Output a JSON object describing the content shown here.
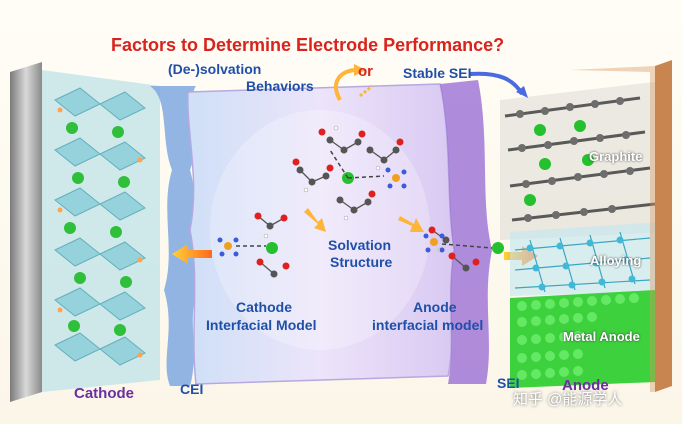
{
  "title": "Factors to Determine Electrode Performance?",
  "labels": {
    "desolvation_1": "(De-)solvation",
    "desolvation_2": "Behaviors",
    "or": "or",
    "stable_sei": "Stable SEI",
    "solvation_1": "Solvation",
    "solvation_2": "Structure",
    "cathode_model_1": "Cathode",
    "cathode_model_2": "Interfacial Model",
    "anode_model_1": "Anode",
    "anode_model_2": "interfacial model",
    "graphite": "Graphite",
    "alloying": "Alloying",
    "metal_anode": "Metal Anode",
    "cathode": "Cathode",
    "cei": "CEI",
    "sei": "SEI",
    "anode": "Anode"
  },
  "watermark": "知乎 @能源学人",
  "colors": {
    "title_red": "#d8231e",
    "label_blue": "#1f4fa8",
    "label_purple": "#6b2fa0",
    "electrolyte": "#e6dcf5",
    "cei_blue": "#7fa8e0",
    "sei_purple": "#9b6fd6",
    "metal_green": "#3dd13d",
    "copper": "#c98550"
  }
}
